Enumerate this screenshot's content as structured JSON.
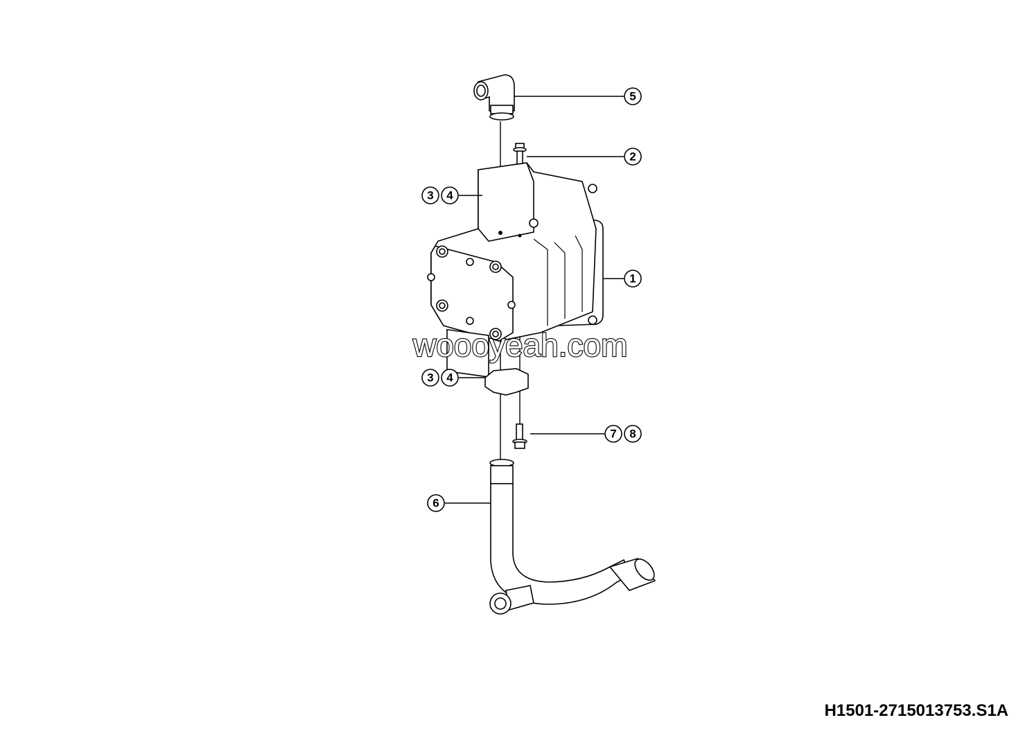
{
  "diagram": {
    "callouts": [
      {
        "label": "1"
      },
      {
        "label": "2"
      },
      {
        "label": "3"
      },
      {
        "label": "4"
      },
      {
        "label": "5"
      },
      {
        "label": "6"
      },
      {
        "label": "7"
      },
      {
        "label": "8"
      },
      {
        "label": "3"
      },
      {
        "label": "4"
      }
    ],
    "watermark": "woooyeah.com",
    "drawing_id": "H1501-2715013753.S1A"
  }
}
